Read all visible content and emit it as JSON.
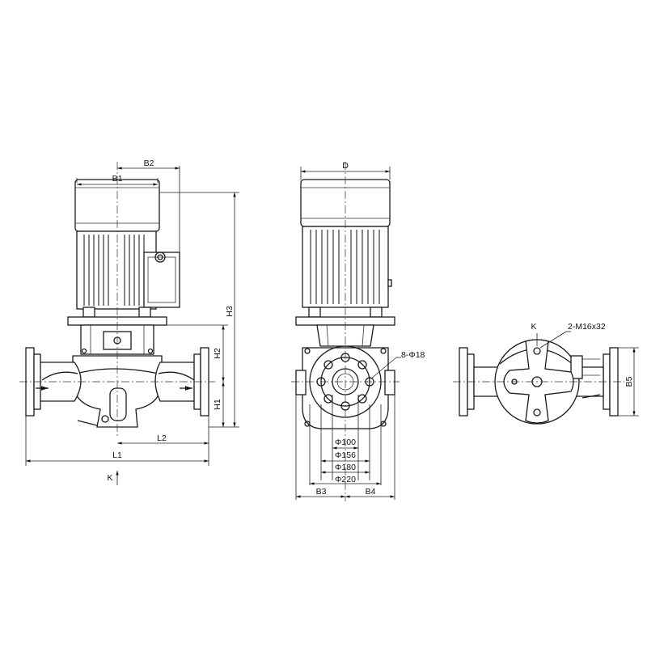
{
  "front_view": {
    "dims": {
      "b1": "B1",
      "b2": "B2",
      "h1": "H1",
      "h2": "H2",
      "h3": "H3",
      "l1": "L1",
      "l2": "L2",
      "k": "K"
    }
  },
  "side_view": {
    "dims": {
      "d": "D",
      "b3": "B3",
      "b4": "B4",
      "bolt_holes": "8-Φ18",
      "dia_100": "Φ100",
      "dia_156": "Φ156",
      "dia_180": "Φ180",
      "dia_220": "Φ220"
    }
  },
  "top_view": {
    "dims": {
      "k": "K",
      "thread": "2-M16x32",
      "b5": "B5"
    }
  }
}
